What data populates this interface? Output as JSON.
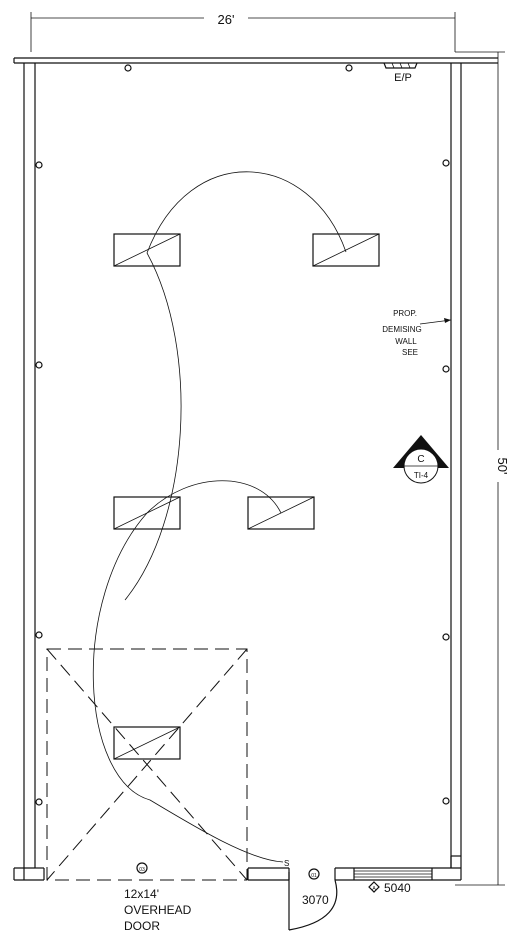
{
  "dimensions": {
    "width_label": "26'",
    "depth_label": "50'"
  },
  "labels": {
    "electrical_panel": "E/P",
    "demising_note": [
      "PROP.",
      "DEMISING",
      "WALL",
      "SEE"
    ],
    "section_marker_letter": "C",
    "section_marker_sheet": "TI-4",
    "overhead_door": [
      "12x14'",
      "OVERHEAD",
      "DOOR"
    ],
    "door_code": "3070",
    "window_code": "5040",
    "overhead_door_tag": "03",
    "entry_door_tag": "01",
    "window_tag": "A"
  },
  "icons": {
    "section_marker": "section-cut-triangle-icon",
    "door_tag": "door-tag-bubble-icon",
    "window_tag": "window-tag-diamond-icon",
    "column": "column-dot-icon",
    "light_fixture": "light-fixture-icon"
  },
  "colors": {
    "line": "#111111",
    "background": "#ffffff"
  }
}
